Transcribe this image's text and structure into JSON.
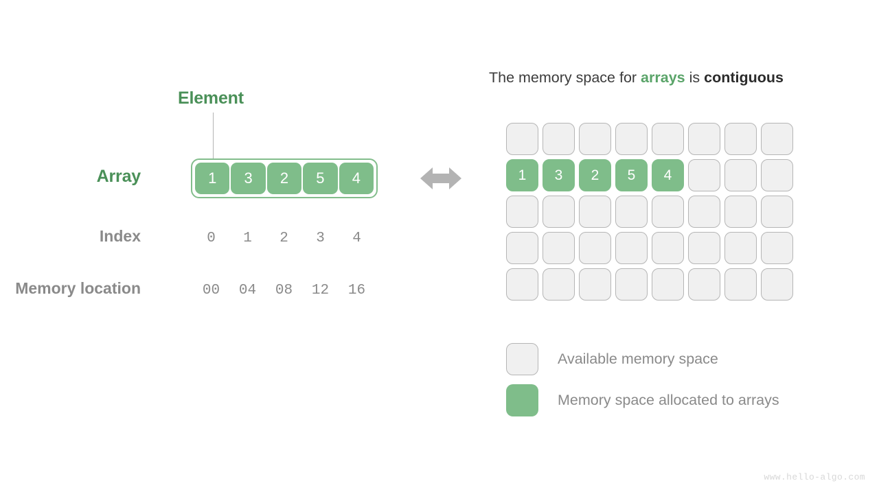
{
  "left_panel": {
    "element_label": "Element",
    "array_label": "Array",
    "index_label": "Index",
    "memory_location_label": "Memory location",
    "array_values": [
      "1",
      "3",
      "2",
      "5",
      "4"
    ],
    "index_values": [
      "0",
      "1",
      "2",
      "3",
      "4"
    ],
    "memory_location_values": [
      "00",
      "04",
      "08",
      "12",
      "16"
    ]
  },
  "relation_arrow": "double-headed-horizontal-arrow",
  "right_panel": {
    "title": {
      "part1": "The memory space for ",
      "highlight_green": "arrays",
      "part2": " is ",
      "highlight_bold": "contiguous"
    },
    "grid": {
      "columns": 8,
      "rows": 5,
      "cells": [
        [
          "",
          "",
          "",
          "",
          "",
          "",
          "",
          ""
        ],
        [
          "1",
          "3",
          "2",
          "5",
          "4",
          "",
          "",
          ""
        ],
        [
          "",
          "",
          "",
          "",
          "",
          "",
          "",
          ""
        ],
        [
          "",
          "",
          "",
          "",
          "",
          "",
          "",
          ""
        ],
        [
          "",
          "",
          "",
          "",
          "",
          "",
          "",
          ""
        ]
      ],
      "used_cells": [
        [
          1,
          0
        ],
        [
          1,
          1
        ],
        [
          1,
          2
        ],
        [
          1,
          3
        ],
        [
          1,
          4
        ]
      ]
    },
    "legend": [
      {
        "swatch": "free",
        "label": "Available memory space"
      },
      {
        "swatch": "used",
        "label": "Memory space allocated to arrays"
      }
    ]
  },
  "watermark": "www.hello-algo.com",
  "colors": {
    "cell_green": "#7fbd8a",
    "label_green": "#4a9058",
    "title_green": "#5aa469",
    "label_gray": "#8a8a8a",
    "free_fill": "#f0f0f0",
    "free_border": "#b5b5b5",
    "arrow_gray": "#b3b3b3"
  }
}
